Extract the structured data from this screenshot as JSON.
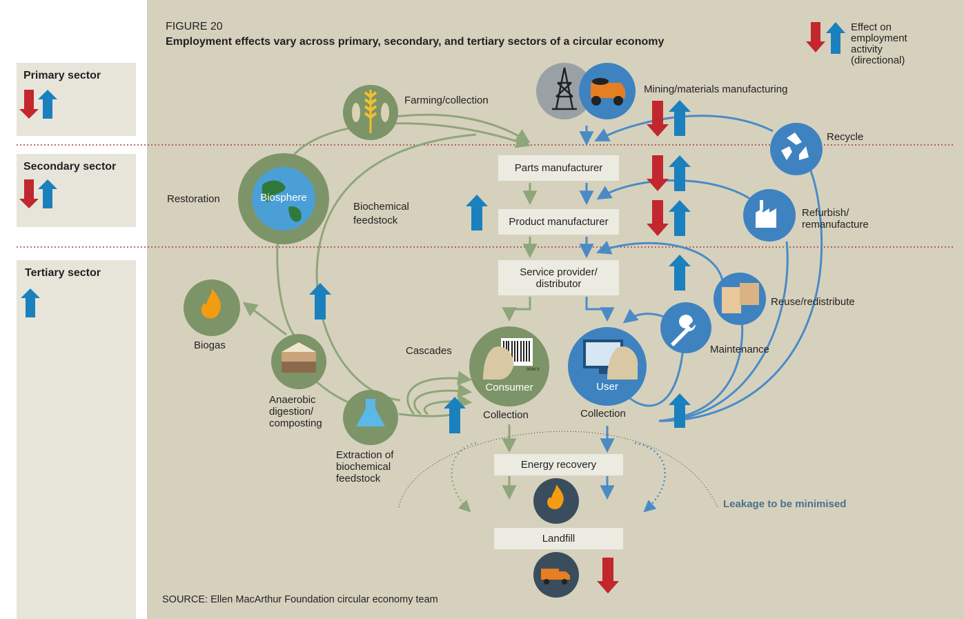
{
  "figure": {
    "number": "FIGURE 20",
    "title": "Employment effects vary across primary, secondary, and tertiary sectors of a circular economy",
    "source": "SOURCE: Ellen MacArthur Foundation circular economy team"
  },
  "legend": {
    "label_line1": "Effect on",
    "label_line2": "employment",
    "label_line3": "activity",
    "label_line4": "(directional)"
  },
  "sectors": {
    "primary": "Primary sector",
    "secondary": "Secondary sector",
    "tertiary": "Tertiary sector"
  },
  "nodes": {
    "farming": "Farming/collection",
    "mining": "Mining/materials manufacturing",
    "recycle": "Recycle",
    "parts": "Parts manufacturer",
    "product": "Product manufacturer",
    "service_line1": "Service provider/",
    "service_line2": "distributor",
    "refurbish_line1": "Refurbish/",
    "refurbish_line2": "remanufacture",
    "reuse": "Reuse/redistribute",
    "maintenance": "Maintenance",
    "restoration": "Restoration",
    "biosphere": "Biosphere",
    "biochem_line1": "Biochemical",
    "biochem_line2": "feedstock",
    "biogas": "Biogas",
    "anaerobic_line1": "Anaerobic",
    "anaerobic_line2": "digestion/",
    "anaerobic_line3": "composting",
    "extraction_line1": "Extraction of",
    "extraction_line2": "biochemical",
    "extraction_line3": "feedstock",
    "cascades": "Cascades",
    "consumer": "Consumer",
    "user": "User",
    "collection_left": "Collection",
    "collection_right": "Collection",
    "energy": "Energy recovery",
    "landfill": "Landfill",
    "leakage": "Leakage to be minimised",
    "barcode_digits": "0006 9"
  },
  "colors": {
    "panel": "#d6d1bd",
    "green": "#7d9468",
    "green_line": "#8ea67a",
    "blue": "#3e83c0",
    "blue_line": "#4a8bc6",
    "red_arrow": "#c1272d",
    "blue_arrow": "#1b80be",
    "dark_circle": "#3a4d5c",
    "gray_circle": "#9aa1a6",
    "divider": "#a33b3b"
  },
  "icons": [
    "oil-derrick-icon",
    "mining-truck-icon",
    "wheat-fish-icon",
    "recycle-icon",
    "factory-icon",
    "boxes-icon",
    "wrench-icon",
    "globe-icon",
    "flame-icon",
    "compost-icon",
    "flask-icon",
    "barcode-icon",
    "computer-icon",
    "dump-truck-icon"
  ]
}
